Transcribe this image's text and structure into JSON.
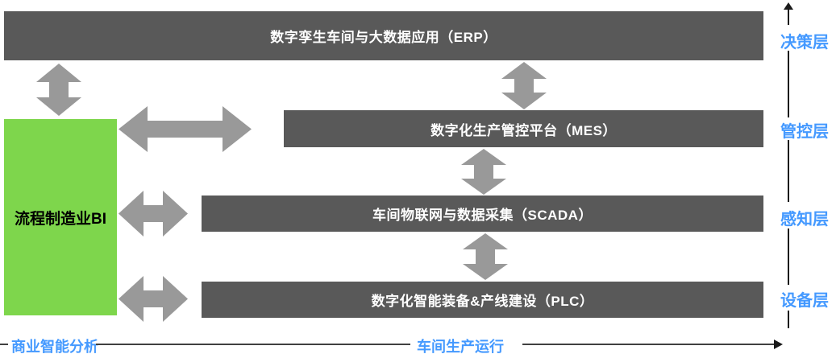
{
  "colors": {
    "bar_gray": "#595959",
    "arrow_gray": "#999999",
    "green": "#7ED64C",
    "blue": "#4499FF",
    "axis_dark": "#404040",
    "bar_text": "#FFFFFF",
    "green_text": "#000000"
  },
  "layers": [
    {
      "id": "erp",
      "label": "数字孪生车间与大数据应用（ERP）"
    },
    {
      "id": "mes",
      "label": "数字化生产管控平台（MES）"
    },
    {
      "id": "scada",
      "label": "车间物联网与数据采集（SCADA）"
    },
    {
      "id": "plc",
      "label": "数字化智能装备&产线建设（PLC）"
    }
  ],
  "bi_box": {
    "label": "流程制造业BI"
  },
  "right_axis": {
    "labels": [
      {
        "id": "decision",
        "label": "决策层"
      },
      {
        "id": "control",
        "label": "管控层"
      },
      {
        "id": "perception",
        "label": "感知层"
      },
      {
        "id": "device",
        "label": "设备层"
      }
    ]
  },
  "bottom_axis": {
    "left_label": "商业智能分析",
    "right_label": "车间生产运行"
  }
}
